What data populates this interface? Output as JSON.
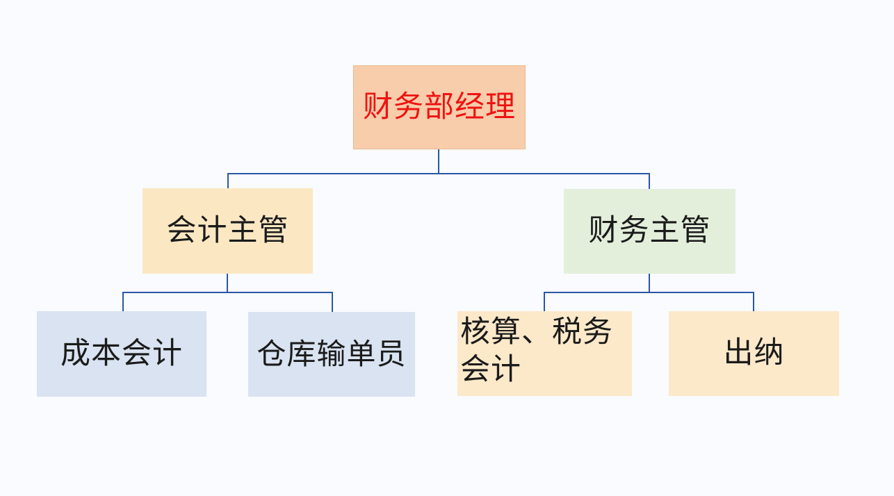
{
  "page": {
    "background_color": "#F9FBFE"
  },
  "diagram": {
    "type": "org-chart",
    "line_color": "#2B56A3",
    "nodes": {
      "manager": {
        "label": "财务部经理",
        "fill": "#F8CDAC",
        "border": "#ECB98E",
        "text_color": "#EE1311"
      },
      "accounting_supervisor": {
        "label": "会计主管",
        "fill": "#FBE8C3",
        "text_color": "#1B1B1B"
      },
      "finance_supervisor": {
        "label": "财务主管",
        "fill": "#E3EFDB",
        "text_color": "#1B1B1B"
      },
      "cost_accountant": {
        "label": "成本会计",
        "fill": "#D9E3F1",
        "text_color": "#1B1B1B"
      },
      "warehouse_clerk": {
        "label": "仓库输单员",
        "fill": "#D9E3F1",
        "text_color": "#1B1B1B"
      },
      "tax_accountant": {
        "label": "核算、税务会计",
        "lines": [
          "核算、税务",
          "会计"
        ],
        "fill": "#FCE9CA",
        "text_color": "#1B1B1B"
      },
      "cashier": {
        "label": "出纳",
        "fill": "#FCE9CA",
        "text_color": "#1B1B1B"
      }
    },
    "edges": [
      {
        "from": "manager",
        "to": "accounting_supervisor"
      },
      {
        "from": "manager",
        "to": "finance_supervisor"
      },
      {
        "from": "accounting_supervisor",
        "to": "cost_accountant"
      },
      {
        "from": "accounting_supervisor",
        "to": "warehouse_clerk"
      },
      {
        "from": "finance_supervisor",
        "to": "tax_accountant"
      },
      {
        "from": "finance_supervisor",
        "to": "cashier"
      }
    ]
  }
}
